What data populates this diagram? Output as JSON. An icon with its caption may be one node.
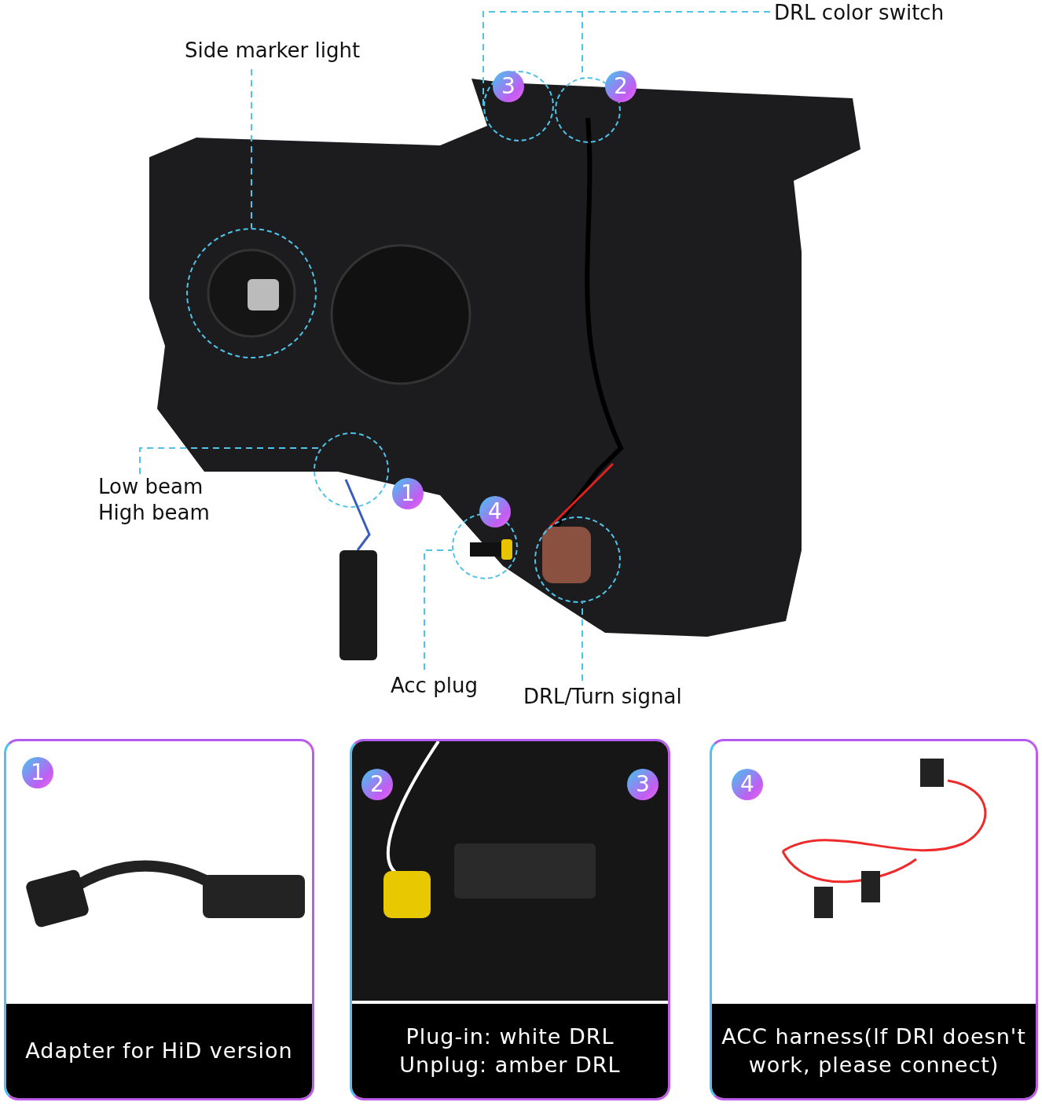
{
  "diagram": {
    "nodes": [
      {
        "text": [
          "Side marker light"
        ]
      },
      {
        "text": [],
        "shape": "circle"
      },
      {
        "text": [
          "DRL color switch"
        ]
      },
      {
        "text": [
          "3"
        ]
      },
      {
        "text": [
          "2"
        ]
      },
      {
        "text": [
          "Low beam High beam"
        ]
      },
      {
        "text": [
          "1"
        ]
      },
      {
        "text": [
          "Acc plug"
        ]
      },
      {
        "text": [
          "4"
        ]
      },
      {
        "text": [
          "DRL/Turn signal"
        ]
      },
      {
        "text": [],
        "shape": "circle"
      },
      {
        "text": [
          "1",
          "Adapter for HiD version"
        ]
      },
      {
        "text": [
          "2",
          "3",
          "Plug-in: white DRL Unplug: amber DRL"
        ]
      },
      {
        "text": [
          "4",
          "ACC harness(lf DRl doesn't work, please connect)"
        ]
      }
    ],
    "edges": [
      {
        "from": 0,
        "to": 1,
        "arrow": "none",
        "style": "dashed"
      },
      {
        "from": 2,
        "to": 3,
        "arrow": "none",
        "style": "dashed"
      },
      {
        "from": 2,
        "to": 4,
        "arrow": "none",
        "style": "dashed"
      },
      {
        "from": 5,
        "to": 6,
        "arrow": "none",
        "style": "dashed"
      },
      {
        "from": 7,
        "to": 8,
        "arrow": "none",
        "style": "dashed"
      },
      {
        "from": 9,
        "to": 10,
        "arrow": "none",
        "style": "dashed"
      }
    ]
  }
}
